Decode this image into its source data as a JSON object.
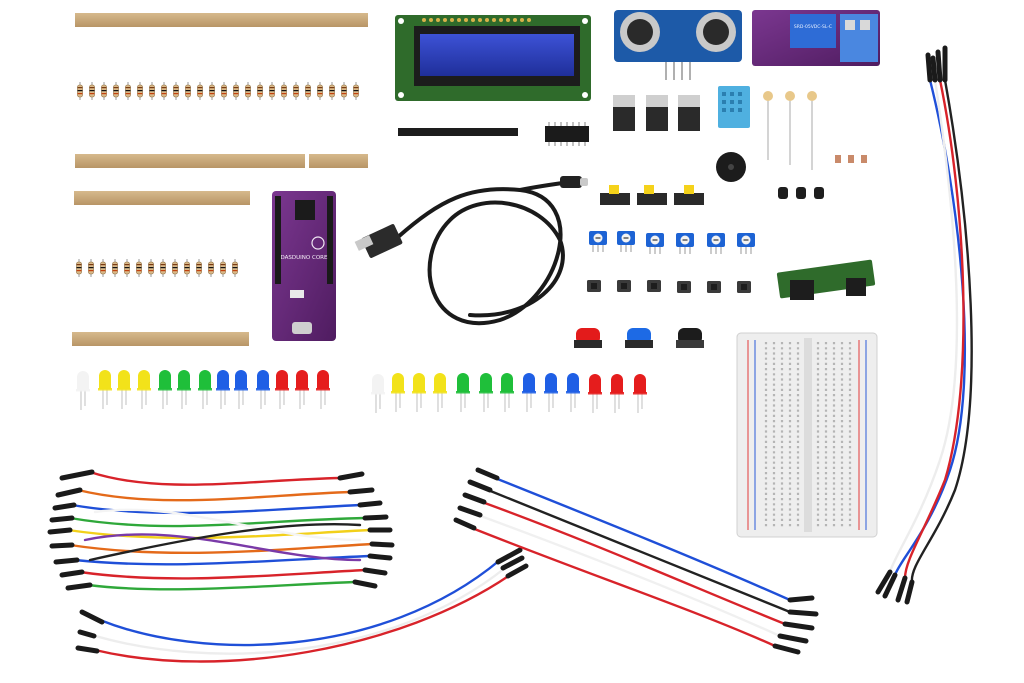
{
  "image": {
    "kind": "product photo",
    "background": "#ffffff"
  },
  "board": {
    "silkscreen_label": "DASDUINO CORE"
  },
  "relay_module": {
    "silkscreen_label": "SRD-05VDC-SL-C"
  },
  "colors": {
    "tape": "#c9a878",
    "resistor_body": "#d9b98a",
    "pcb_green": "#2f6b2b",
    "lcd_blue": "#2a3db8",
    "pcb_purple": "#6a2a7a",
    "breadboard": "#eeeeee",
    "led_red": "#e51d1d",
    "led_green": "#1fbf3a",
    "led_blue": "#1f5fe5",
    "led_yellow": "#f2e21a",
    "wire_red": "#d8232a",
    "wire_blue": "#1f4fd8",
    "wire_black": "#222222"
  }
}
